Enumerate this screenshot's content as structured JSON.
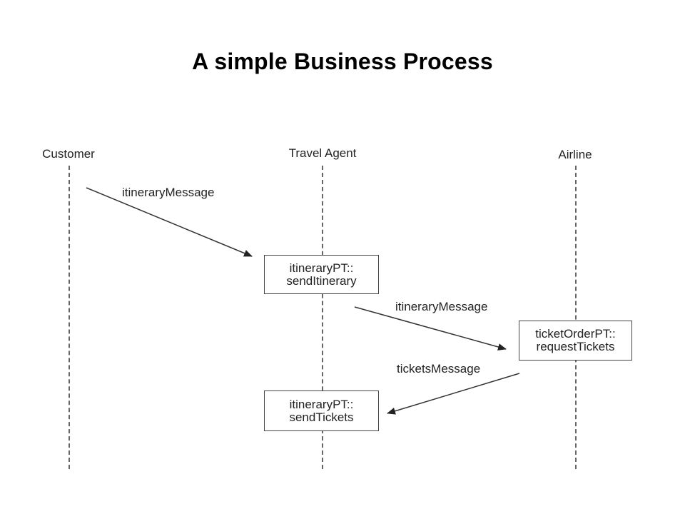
{
  "title": "A simple Business Process",
  "lanes": [
    {
      "label": "Customer"
    },
    {
      "label": "Travel Agent"
    },
    {
      "label": "Airline"
    }
  ],
  "boxes": [
    {
      "line1": "itineraryPT::",
      "line2": "sendItinerary"
    },
    {
      "line1": "ticketOrderPT::",
      "line2": "requestTickets"
    },
    {
      "line1": "itineraryPT::",
      "line2": "sendTickets"
    }
  ],
  "messages": [
    {
      "label": "itineraryMessage"
    },
    {
      "label": "itineraryMessage"
    },
    {
      "label": "ticketsMessage"
    }
  ]
}
